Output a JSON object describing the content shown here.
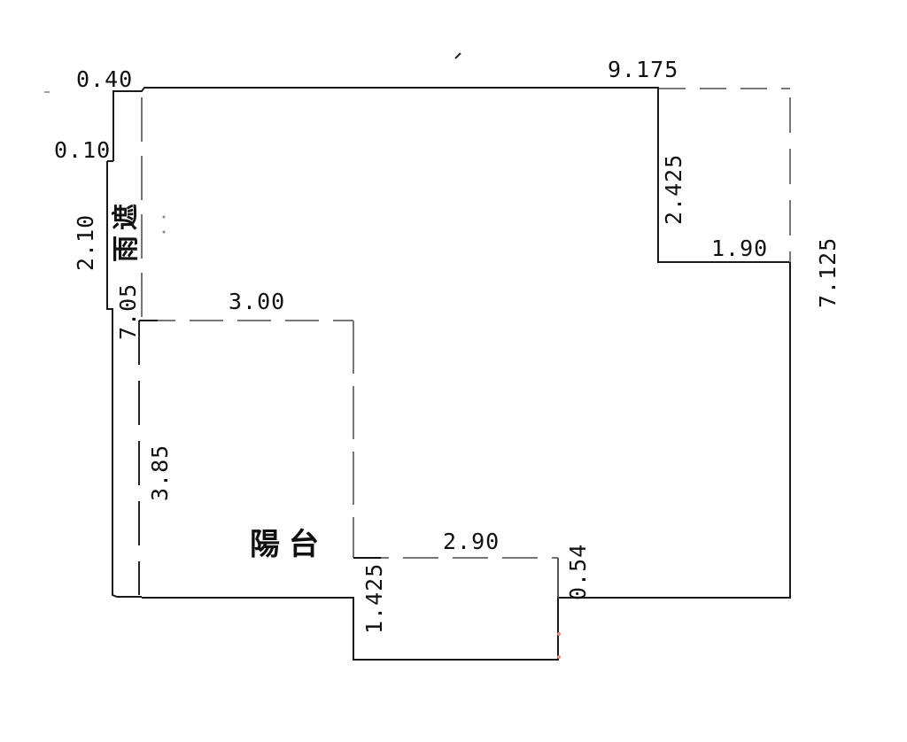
{
  "diagram": {
    "type": "floor-plan",
    "background": "#ffffff",
    "line_color": "#1a1a1a",
    "dashed_line_color": "#777777",
    "areas": {
      "canopy": "雨遮",
      "balcony": "陽台"
    },
    "dimensions": {
      "top_left_step": "0.40",
      "left_small_step": "0.10",
      "canopy_height": "2.10",
      "left_wall": "7.05",
      "balcony_top": "3.00",
      "balcony_side": "3.85",
      "top_width": "9.175",
      "notch_height": "2.425",
      "notch_width": "1.90",
      "right_wall": "7.125",
      "bottom_bay_width": "2.90",
      "bottom_bay_depth": "1.425",
      "bottom_bay_offset": "0.54"
    }
  }
}
